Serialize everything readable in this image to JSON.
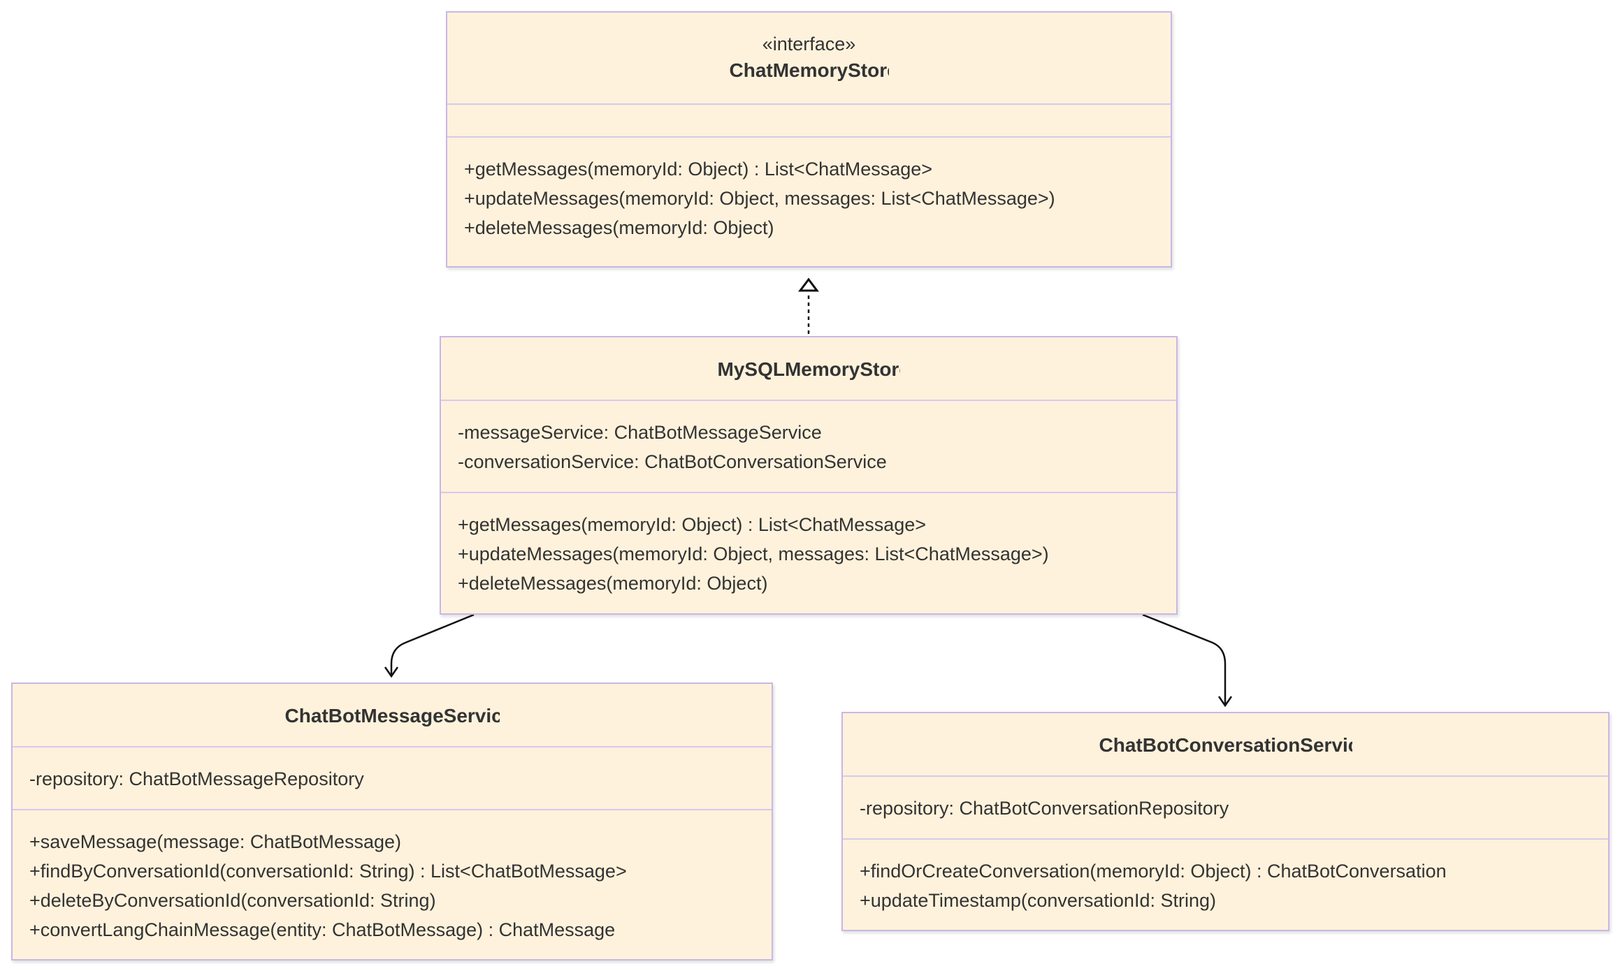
{
  "classes": {
    "chat_memory_store": {
      "stereotype": "«interface»",
      "name": "ChatMemoryStore",
      "attributes": [],
      "methods": [
        "+getMessages(memoryId: Object) : List<ChatMessage>",
        "+updateMessages(memoryId: Object, messages: List<ChatMessage>)",
        "+deleteMessages(memoryId: Object)"
      ]
    },
    "mysql_memory_store": {
      "name": "MySQLMemoryStore",
      "attributes": [
        "-messageService: ChatBotMessageService",
        "-conversationService: ChatBotConversationService"
      ],
      "methods": [
        "+getMessages(memoryId: Object) : List<ChatMessage>",
        "+updateMessages(memoryId: Object, messages: List<ChatMessage>)",
        "+deleteMessages(memoryId: Object)"
      ]
    },
    "chatbot_message_service": {
      "name": "ChatBotMessageService",
      "attributes": [
        "-repository: ChatBotMessageRepository"
      ],
      "methods": [
        "+saveMessage(message: ChatBotMessage)",
        "+findByConversationId(conversationId: String) : List<ChatBotMessage>",
        "+deleteByConversationId(conversationId: String)",
        "+convertLangChainMessage(entity: ChatBotMessage) : ChatMessage"
      ]
    },
    "chatbot_conversation_service": {
      "name": "ChatBotConversationService",
      "attributes": [
        "-repository: ChatBotConversationRepository"
      ],
      "methods": [
        "+findOrCreateConversation(memoryId: Object) : ChatBotConversation",
        "+updateTimestamp(conversationId: String)"
      ]
    }
  },
  "relations": [
    {
      "from": "MySQLMemoryStore",
      "to": "ChatMemoryStore",
      "type": "realization"
    },
    {
      "from": "MySQLMemoryStore",
      "to": "ChatBotMessageService",
      "type": "association"
    },
    {
      "from": "MySQLMemoryStore",
      "to": "ChatBotConversationService",
      "type": "association"
    }
  ],
  "colors": {
    "class_fill": "#fff2dc",
    "class_border": "#c9b7e6",
    "divider": "#d8c8ee",
    "text": "#333333",
    "connector": "#111111"
  }
}
